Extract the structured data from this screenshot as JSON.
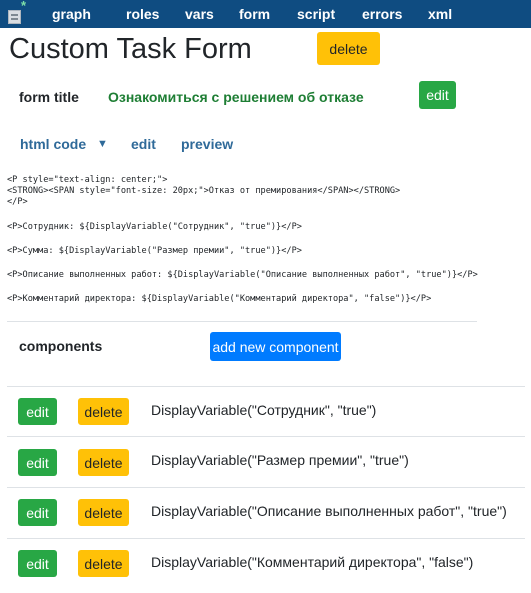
{
  "nav": {
    "items": [
      "graph",
      "roles",
      "vars",
      "form",
      "script",
      "errors",
      "xml"
    ]
  },
  "page": {
    "title": "Custom Task Form",
    "delete_label": "delete"
  },
  "form_title": {
    "label": "form title",
    "value": "Ознакомиться с решением об отказе",
    "edit_label": "edit"
  },
  "html_tabs": {
    "code_label": "html code",
    "caret": "▼",
    "edit_label": "edit",
    "preview_label": "preview"
  },
  "code": {
    "lines": [
      "<P style=\"text-align: center;\">",
      "<STRONG><SPAN style=\"font-size: 20px;\">Отказ от премирования</SPAN></STRONG>",
      "</P>",
      "<P>Сотрудник: ${DisplayVariable(\"Сотрудник\", \"true\")}</P>",
      "<P>Сумма: ${DisplayVariable(\"Размер премии\", \"true\")}</P>",
      "<P>Описание выполненных работ: ${DisplayVariable(\"Описание выполненных работ\", \"true\")}</P>",
      "<P>Комментарий директора: ${DisplayVariable(\"Комментарий директора\", \"false\")}</P>"
    ]
  },
  "components": {
    "label": "components",
    "add_label": "add new component",
    "edit_label": "edit",
    "delete_label": "delete",
    "rows": [
      "DisplayVariable(\"Сотрудник\", \"true\")",
      "DisplayVariable(\"Размер премии\", \"true\")",
      "DisplayVariable(\"Описание выполненных работ\", \"true\")",
      "DisplayVariable(\"Комментарий директора\", \"false\")"
    ]
  }
}
